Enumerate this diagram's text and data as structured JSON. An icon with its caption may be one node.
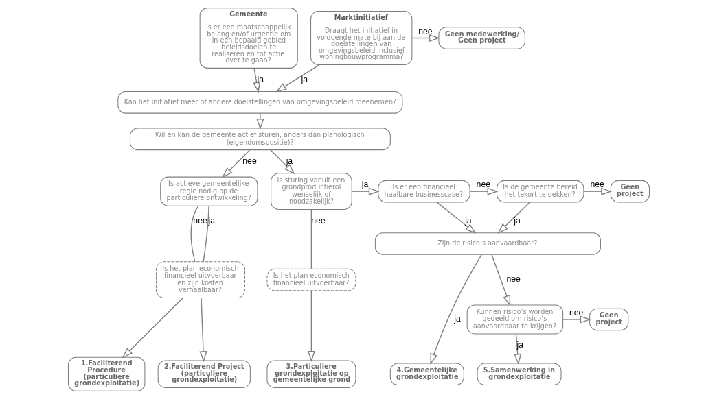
{
  "diagram": {
    "nodes": [
      {
        "text": [
          "Gemeente",
          "Is er een maatschappelijk belang en/of urgentie om in een bepaald gebied beleidsdoelen te realiseren en tot actie over te gaan?"
        ]
      },
      {
        "text": [
          "Marktinitiatief",
          "Draagt het initiatief in voldoende mate bij aan de doelstellingen van omgevingsbeleid inclusief woningbouwprogramma?"
        ]
      },
      {
        "text": [
          "Geen medewerking/ Geen project"
        ]
      },
      {
        "text": [
          "Kan het initiatief meer of andere doelstellingen van omgevingsbeleid meenemen?"
        ]
      },
      {
        "text": [
          "Wil en kan de gemeente actief sturen, anders dan planologisch (eigendomspositie)?"
        ]
      },
      {
        "text": [
          "Is actieve gemeentelijke regie nodig op de particuliere ontwikkeling?"
        ]
      },
      {
        "text": [
          "Is sturing vanuit een grondproductierol wenselijk of noodzakelijk?"
        ]
      },
      {
        "text": [
          "Is er een financieel haalbare businesscase?"
        ]
      },
      {
        "text": [
          "Is de gemeente bereid het tekort te dekken?"
        ]
      },
      {
        "text": [
          "Geen project"
        ]
      },
      {
        "text": [
          "Is het plan economisch financieel uitvoerbaar en zijn kosten verhaalbaar?"
        ]
      },
      {
        "text": [
          "Is het plan economisch financieel uitvoerbaar?"
        ]
      },
      {
        "text": [
          "Zijn de risico’s aanvaardbaar?"
        ]
      },
      {
        "text": [
          "Kunnen risico’s worden gedeeld om risico’s aanvaardbaar te krijgen?"
        ]
      },
      {
        "text": [
          "Geen project"
        ]
      },
      {
        "text": [
          "1.Faciliterend Procedure (particuliere grondexploitatie)"
        ]
      },
      {
        "text": [
          "2.Faciliterend Project (particuliere grondexploitatie)"
        ]
      },
      {
        "text": [
          "3.Particuliere grondexploitatie op gemeentelijke grond"
        ]
      },
      {
        "text": [
          "4.Gemeentelijke grondexploitatie"
        ]
      },
      {
        "text": [
          "5.Samenwerking in grondexploitatie"
        ]
      }
    ],
    "edges": [
      {
        "from": 0,
        "to": 3,
        "arrow": "to",
        "label": "ja"
      },
      {
        "from": 1,
        "to": 3,
        "arrow": "to",
        "label": "ja"
      },
      {
        "from": 1,
        "to": 2,
        "arrow": "to",
        "label": "nee"
      },
      {
        "from": 3,
        "to": 4,
        "arrow": "to"
      },
      {
        "from": 4,
        "to": 5,
        "arrow": "to",
        "label": "nee"
      },
      {
        "from": 4,
        "to": 6,
        "arrow": "to",
        "label": "ja"
      },
      {
        "from": 6,
        "to": 7,
        "arrow": "to",
        "label": "ja"
      },
      {
        "from": 7,
        "to": 8,
        "arrow": "to",
        "label": "nee"
      },
      {
        "from": 8,
        "to": 9,
        "arrow": "to",
        "label": "nee"
      },
      {
        "from": 5,
        "to": 10,
        "arrow": "none",
        "label": "nee"
      },
      {
        "from": 5,
        "to": 10,
        "arrow": "none",
        "label": "ja"
      },
      {
        "from": 6,
        "to": 11,
        "arrow": "none",
        "label": "nee"
      },
      {
        "from": 7,
        "to": 12,
        "arrow": "to",
        "label": "ja"
      },
      {
        "from": 8,
        "to": 12,
        "arrow": "to",
        "label": "ja"
      },
      {
        "from": 12,
        "to": 18,
        "arrow": "to",
        "label": "ja"
      },
      {
        "from": 12,
        "to": 13,
        "arrow": "to",
        "label": "nee"
      },
      {
        "from": 13,
        "to": 14,
        "arrow": "to",
        "label": "nee"
      },
      {
        "from": 13,
        "to": 19,
        "arrow": "to",
        "label": "ja"
      },
      {
        "from": 10,
        "to": 15,
        "arrow": "to"
      },
      {
        "from": 10,
        "to": 16,
        "arrow": "to"
      },
      {
        "from": 11,
        "to": 17,
        "arrow": "to"
      }
    ]
  }
}
